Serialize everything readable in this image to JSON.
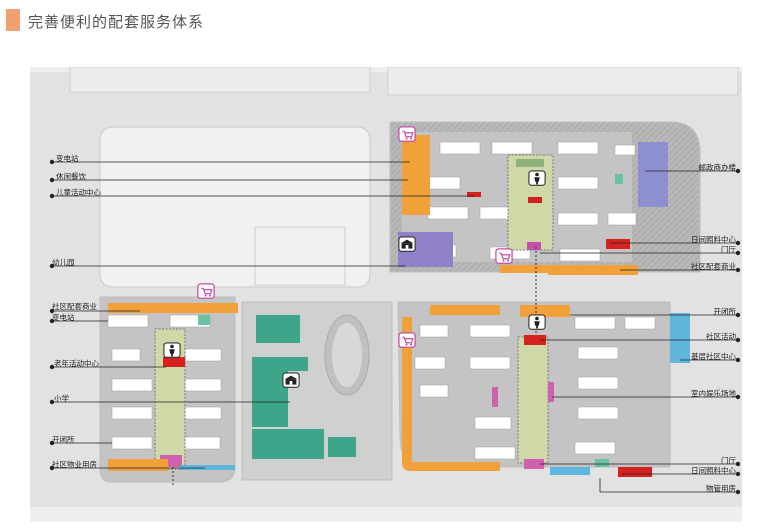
{
  "page": {
    "title": "完善便利的配套服务体系",
    "accent_color": "#f0a070"
  },
  "legend_colors": {
    "commercial": "#f2a03a",
    "kindergarten": "#9080c8",
    "school": "#3fa58a",
    "office": "#8d8fd0",
    "care_center": "#d7211e",
    "property": "#5fb6dc",
    "activity": "#d060b0"
  },
  "labels": {
    "left": [
      "变电站",
      "休闲餐饮",
      "儿童活动中心",
      "幼儿园",
      "社区配套商业",
      "变电站",
      "老年活动中心",
      "小学",
      "开闭所",
      "社区物业用房"
    ],
    "right": [
      "邮政商办楼",
      "日间照料中心",
      "门厅",
      "社区配套商业",
      "开闭所",
      "社区活动",
      "基层社区中心",
      "室内娱乐场地",
      "门厅",
      "日间照料中心",
      "物管用房"
    ]
  },
  "icons": [
    "shopping-cart-icon",
    "elder-person-icon",
    "school-icon"
  ]
}
